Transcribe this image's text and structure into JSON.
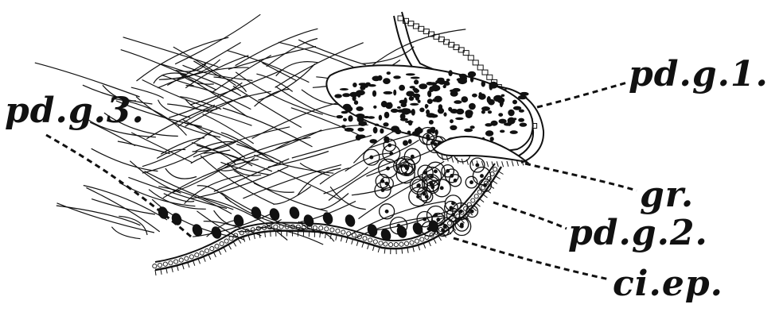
{
  "labels": {
    "pdg3": "pd.g.3.",
    "pdg1": "pd.g.1.",
    "gr": "gr.",
    "pdg2": "pd.g.2.",
    "ciep": "ci.ep."
  },
  "colors": {
    "ink": "#111111",
    "background": "#ffffff"
  }
}
